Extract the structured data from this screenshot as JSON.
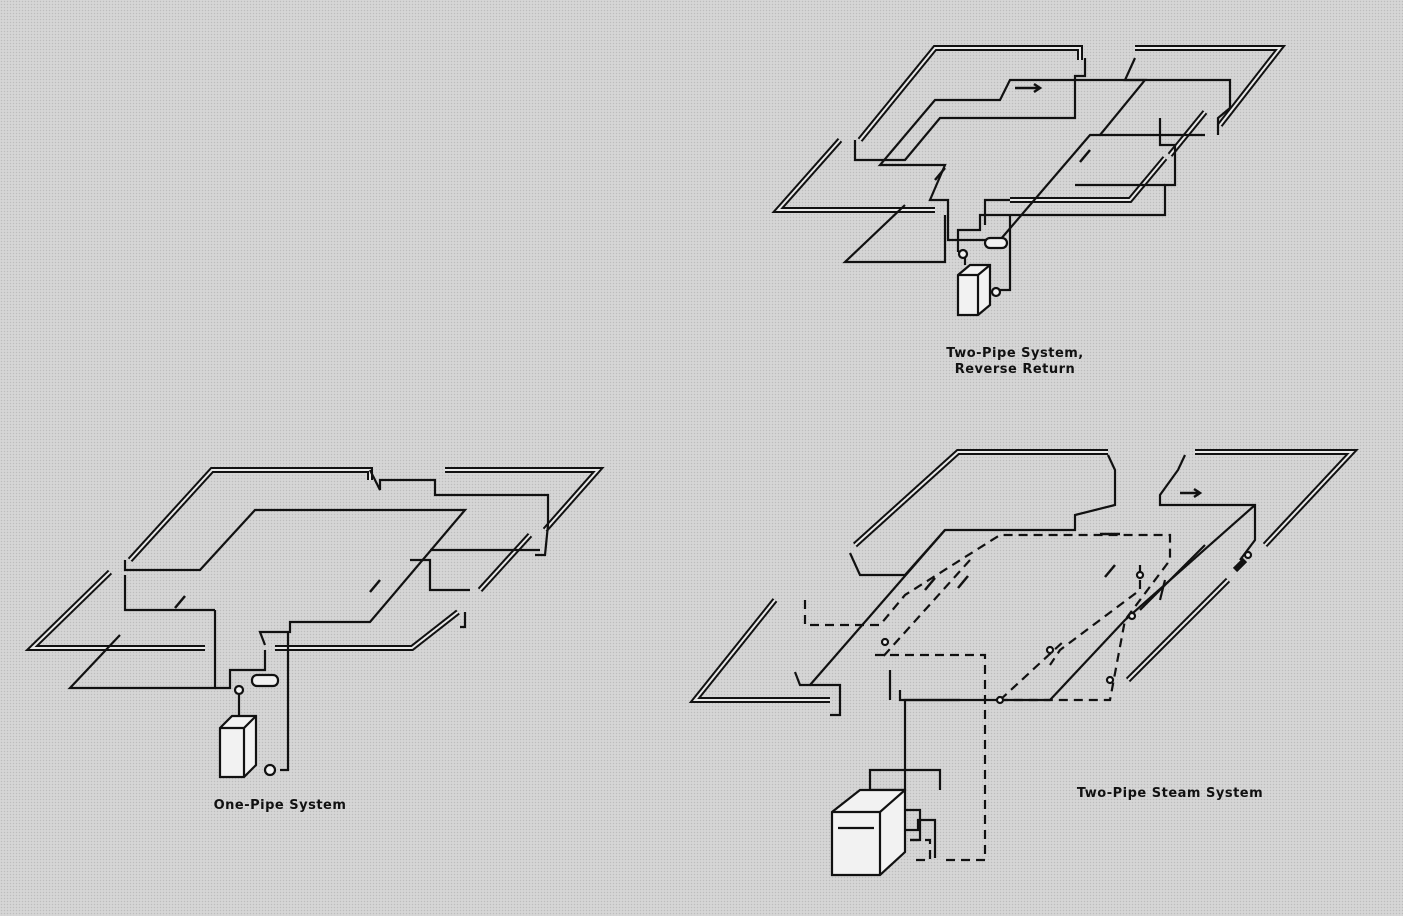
{
  "diagrams": [
    {
      "id": "two-pipe-reverse-return",
      "caption_line1": "Two-Pipe System,",
      "caption_line2": "Reverse Return"
    },
    {
      "id": "one-pipe",
      "caption": "One-Pipe System"
    },
    {
      "id": "two-pipe-steam",
      "caption": "Two-Pipe Steam System"
    }
  ],
  "colors": {
    "background": "#d6d6d6",
    "line": "#111111"
  }
}
